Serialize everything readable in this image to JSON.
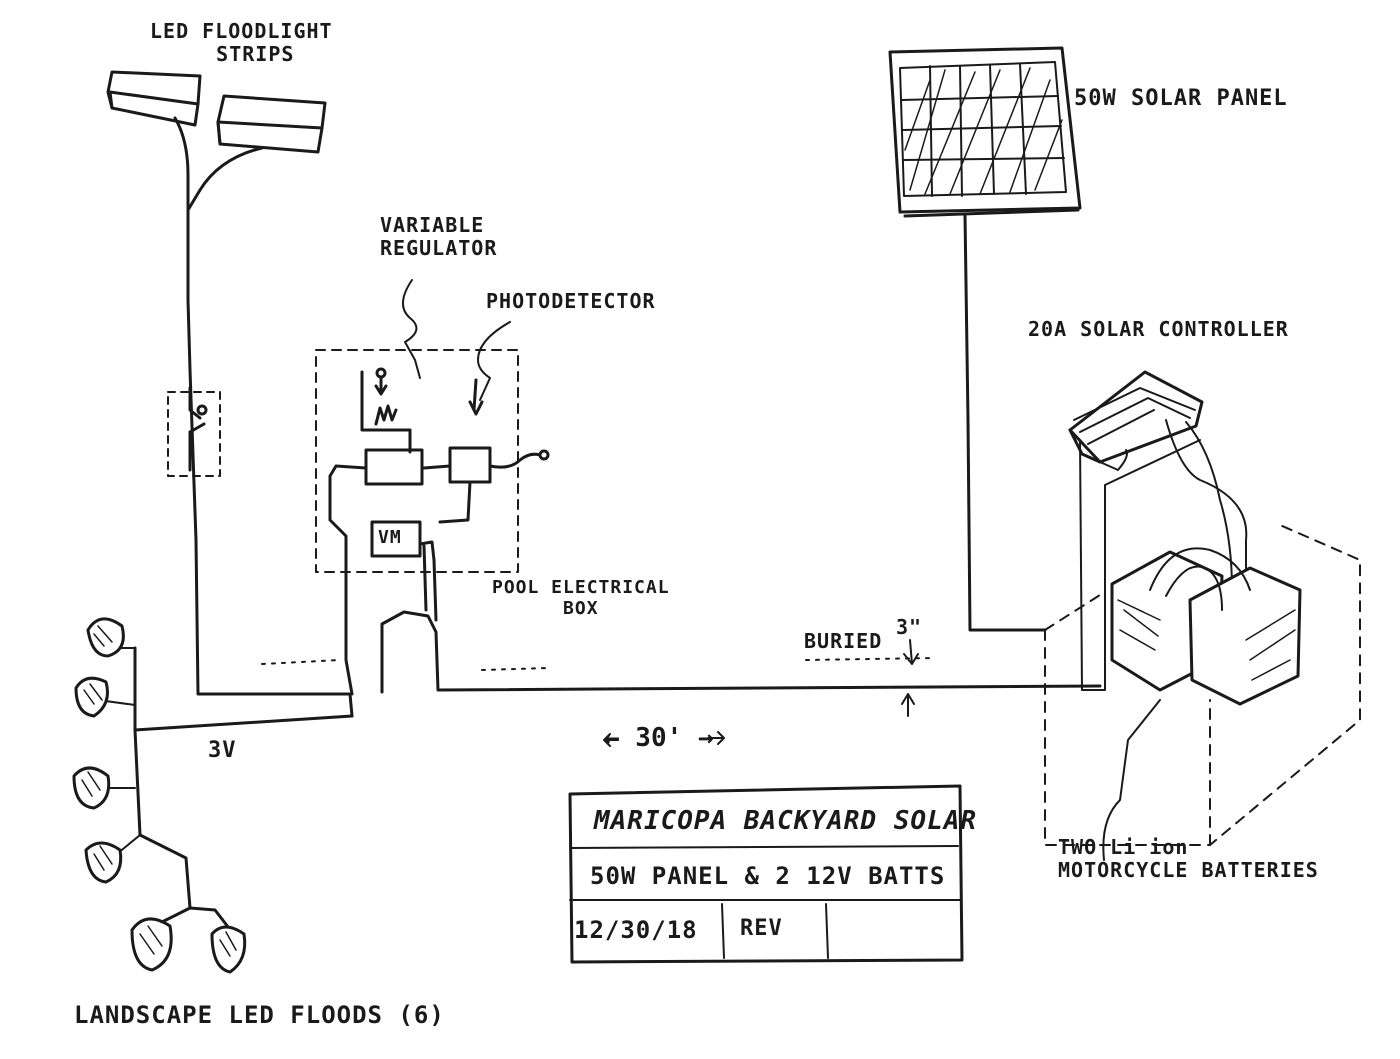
{
  "labels": {
    "led_strips_line1": "LED FLOODLIGHT",
    "led_strips_line2": "STRIPS",
    "solar_panel": "50W SOLAR PANEL",
    "variable_regulator_line1": "VARIABLE",
    "variable_regulator_line2": "REGULATOR",
    "photodetector": "PHOTODETECTOR",
    "solar_controller": "20A SOLAR CONTROLLER",
    "vm": "VM",
    "pool_box_line1": "POOL ELECTRICAL",
    "pool_box_line2": "BOX",
    "buried": "BURIED",
    "depth": "3\"",
    "voltage": "3V",
    "distance": "← 30' →",
    "batteries_line1": "TWO Li ion",
    "batteries_line2": "MOTORCYCLE BATTERIES",
    "landscape": "LANDSCAPE LED FLOODS (6)"
  },
  "title_block": {
    "project": "MARICOPA BACKYARD SOLAR",
    "description": "50W PANEL & 2 12V BATTS",
    "date": "12/30/18",
    "rev_label": "REV",
    "rev_value": ""
  }
}
